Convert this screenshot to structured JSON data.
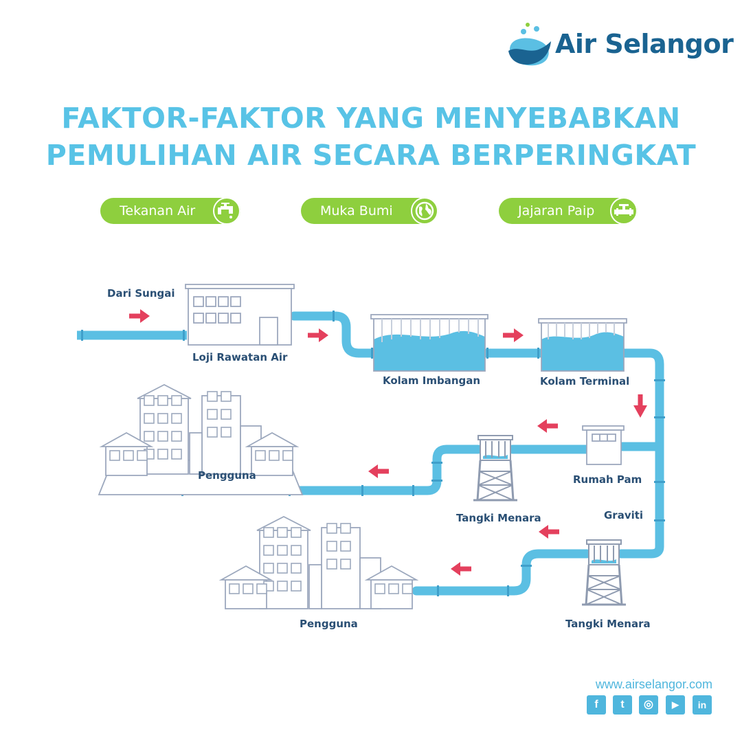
{
  "brand": {
    "name": "Air Selangor",
    "logo_icon": "water-drop-logo-icon",
    "color": "#1a6391"
  },
  "title": {
    "line1": "FAKTOR-FAKTOR YANG MENYEBABKAN",
    "line2": "PEMULIHAN AIR SECARA BERPERINGKAT",
    "color": "#58c3e6"
  },
  "factors": [
    {
      "label": "Tekanan Air",
      "icon": "water-tap-icon"
    },
    {
      "label": "Muka Bumi",
      "icon": "globe-icon"
    },
    {
      "label": "Jajaran Paip",
      "icon": "pipe-valve-icon"
    }
  ],
  "diagram": {
    "source_label": "Dari Sungai",
    "treatment_plant": "Loji Rawatan Air",
    "balancing_pond": "Kolam Imbangan",
    "terminal_pond": "Kolam Terminal",
    "pump_house": "Rumah Pam",
    "tower_tank_1": "Tangki Menara",
    "tower_tank_2": "Tangki Menara",
    "consumer_1": "Pengguna",
    "consumer_2": "Pengguna",
    "gravity": "Graviti",
    "colors": {
      "pipe": "#5bbfe3",
      "water": "#5bbfe3",
      "arrow": "#e4405d",
      "outline": "#9ca8bd"
    }
  },
  "footer": {
    "url": "www.airselangor.com",
    "social": [
      {
        "icon": "facebook-icon",
        "glyph": "f"
      },
      {
        "icon": "twitter-icon",
        "glyph": "t"
      },
      {
        "icon": "instagram-icon",
        "glyph": "◎"
      },
      {
        "icon": "youtube-icon",
        "glyph": "▶"
      },
      {
        "icon": "linkedin-icon",
        "glyph": "in"
      }
    ]
  }
}
